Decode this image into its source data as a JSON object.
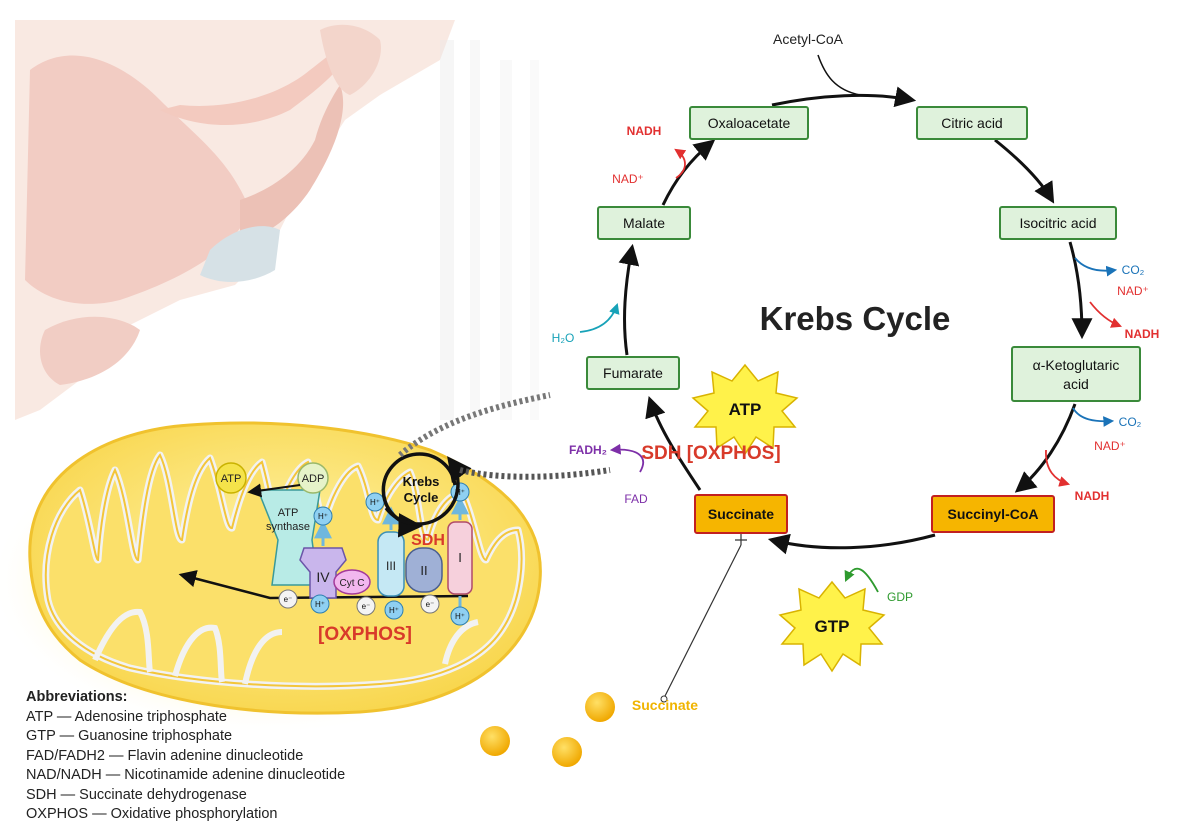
{
  "cycle": {
    "title": "Krebs Cycle",
    "input": "Acetyl-CoA",
    "nodes": {
      "oxaloacetate": "Oxaloacetate",
      "citric_acid": "Citric acid",
      "isocitric_acid": "Isocitric acid",
      "alpha_keto_line1": "α-Ketoglutaric",
      "alpha_keto_line2": "acid",
      "succinyl_coa": "Succinyl-CoA",
      "succinate": "Succinate",
      "fumarate": "Fumarate",
      "malate": "Malate"
    },
    "cofactors": {
      "nadh": "NADH",
      "nad_plus": "NAD⁺",
      "co2": "CO₂",
      "h2o": "H₂O",
      "fadh2": "FADH₂",
      "fad": "FAD",
      "gdp": "GDP"
    },
    "starburst_atp": "ATP",
    "starburst_gtp": "GTP",
    "sdh_label": "SDH [OXPHOS]",
    "succinate_release": "Succinate",
    "colors": {
      "node_fill": "#dff2dc",
      "node_border": "#3a8a3a",
      "succ_fill": "#f6b500",
      "succ_border": "#c22020",
      "nad_red": "#e23030",
      "co2_blue": "#1a73b8",
      "h2o_cyan": "#17a2b8",
      "fad_purple": "#7d2fa8",
      "gdp_green": "#2e9a2e",
      "sdh_red": "#d83a2a",
      "succinate_gold": "#f0b400"
    }
  },
  "mito": {
    "krebs_line1": "Krebs",
    "krebs_line2": "Cycle",
    "sdh": "SDH",
    "oxphos": "[OXPHOS]",
    "atp": "ATP",
    "adp": "ADP",
    "atp_synthase_line1": "ATP",
    "atp_synthase_line2": "synthase",
    "complex_iv": "IV",
    "complex_iii": "III",
    "complex_ii": "II",
    "complex_i": "I",
    "cyt_c": "Cyt C",
    "h_plus": "H⁺",
    "electron": "e⁻"
  },
  "abbreviations": {
    "heading": "Abbreviations:",
    "items": [
      "ATP — Adenosine triphosphate",
      "GTP — Guanosine triphosphate",
      "FAD/FADH2 — Flavin adenine dinucleotide",
      "NAD/NADH — Nicotinamide adenine dinucleotide",
      "SDH — Succinate dehydrogenase",
      "OXPHOS — Oxidative phosphorylation"
    ]
  }
}
